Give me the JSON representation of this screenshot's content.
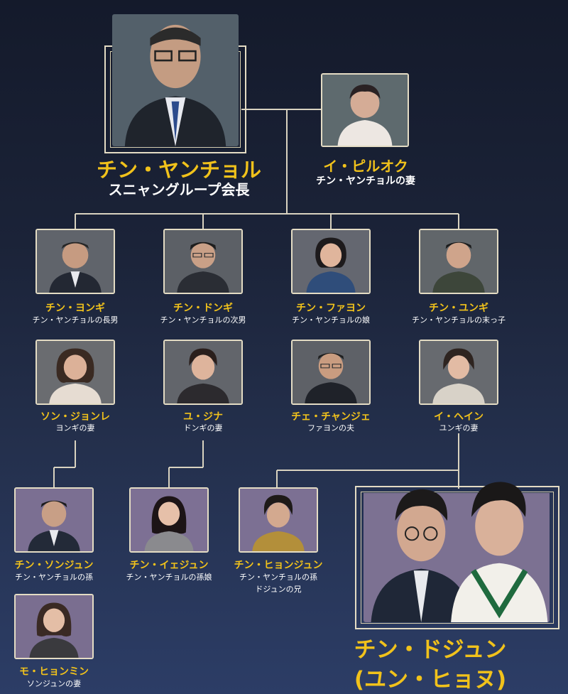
{
  "chairman": {
    "name": "チン・ヤンチョル",
    "role": "スニャングループ会長"
  },
  "wife": {
    "name": "イ・ピルオク",
    "role": "チン・ヤンチョルの妻"
  },
  "children": [
    {
      "name": "チン・ヨンギ",
      "role": "チン・ヤンチョルの長男"
    },
    {
      "name": "チン・ドンギ",
      "role": "チン・ヤンチョルの次男"
    },
    {
      "name": "チン・ファヨン",
      "role": "チン・ヤンチョルの娘"
    },
    {
      "name": "チン・ユンギ",
      "role": "チン・ヤンチョルの末っ子"
    }
  ],
  "spouses": [
    {
      "name": "ソン・ジョンレ",
      "role": "ヨンギの妻"
    },
    {
      "name": "ユ・ジナ",
      "role": "ドンギの妻"
    },
    {
      "name": "チェ・チャンジェ",
      "role": "ファヨンの夫"
    },
    {
      "name": "イ・ヘイン",
      "role": "ユンギの妻"
    }
  ],
  "grandchildren": [
    {
      "name": "チン・ソンジュン",
      "role": "チン・ヤンチョルの孫"
    },
    {
      "name": "チン・イェジュン",
      "role": "チン・ヤンチョルの孫娘"
    },
    {
      "name": "チン・ヒョンジュン",
      "role": "チン・ヤンチョルの孫",
      "role2": "ドジュンの兄"
    }
  ],
  "in_law": {
    "name": "モ・ヒョンミン",
    "role": "ソンジュンの妻"
  },
  "protagonist": {
    "name": "チン・ドジュン",
    "alias": "(ユン・ヒョヌ)"
  },
  "colors": {
    "name_gold": "#f1c21b",
    "frame": "#e4dcc4",
    "line": "#d9d3c0",
    "photo_bg_gray": "#5e6268",
    "photo_bg_purple": "#7a6d8f"
  }
}
